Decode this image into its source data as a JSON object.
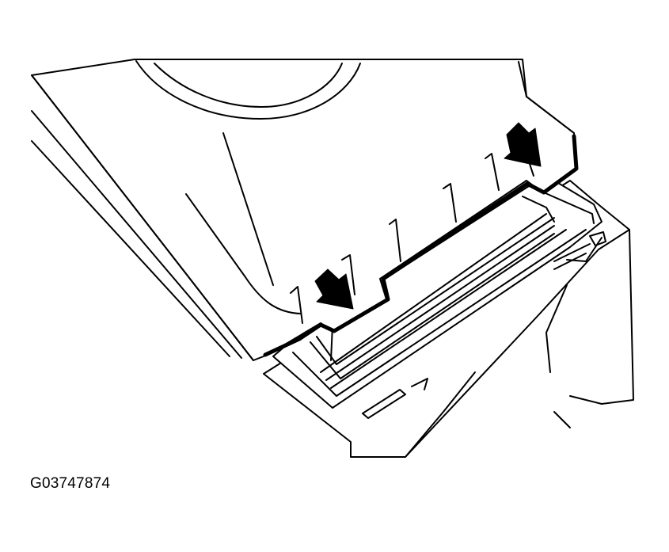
{
  "figure": {
    "id_label": "G03747874"
  },
  "colors": {
    "line": "#000000",
    "background": "#ffffff"
  },
  "parts": {
    "arrows": [
      "upper-right-arrow",
      "lower-left-arrow"
    ]
  }
}
